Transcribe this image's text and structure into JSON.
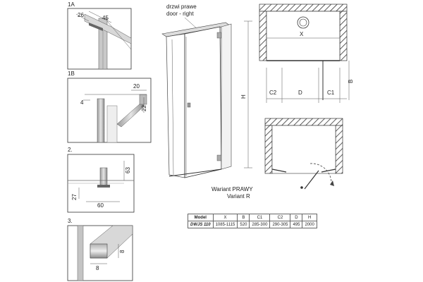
{
  "details": {
    "d1a": {
      "label": "1A",
      "dim_a": "26",
      "dim_b": "45"
    },
    "d1b": {
      "label": "1B",
      "dim_a": "20",
      "dim_b": "4",
      "dim_c": "22"
    },
    "d2": {
      "label": "2.",
      "dim_a": "63",
      "dim_b": "27",
      "dim_c": "60"
    },
    "d3": {
      "label": "3.",
      "dim_a": "8",
      "dim_b": "8"
    }
  },
  "door": {
    "callout_line1": "drzwi prawe",
    "callout_line2": "door - right",
    "height_label": "H",
    "variant_line1": "Wariant PRAWY",
    "variant_line2": "Variant R"
  },
  "plan": {
    "x_label": "X",
    "b_label": "B",
    "c2_label": "C2",
    "d_label": "D",
    "c1_label": "C1"
  },
  "table": {
    "headers": [
      "Model",
      "X",
      "B",
      "C1",
      "C2",
      "D",
      "H"
    ],
    "rows": [
      [
        "DWJS 110",
        "1085-1115",
        "520",
        "285-300",
        "290-305",
        "495",
        "2000"
      ]
    ]
  }
}
